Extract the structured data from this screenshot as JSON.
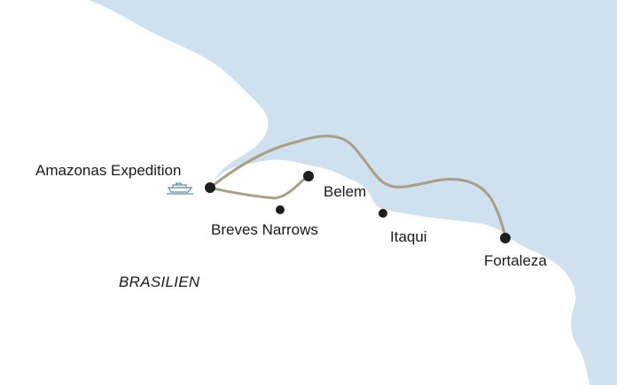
{
  "map": {
    "colors": {
      "ocean": "#cfe0ef",
      "land": "#ffffff",
      "route": "#a89f84",
      "stop": "#1e1e1e",
      "text": "#1a1a1a",
      "ship_icon": "#5a8fa8"
    },
    "country_label": "BRASILIEN",
    "ship_icon": "ship-icon",
    "stops": [
      {
        "id": "amazonas-expedition",
        "name": "Amazonas Expedition",
        "large_marker": true
      },
      {
        "id": "belem",
        "name": "Belem",
        "large_marker": true
      },
      {
        "id": "breves-narrows",
        "name": "Breves Narrows",
        "large_marker": false
      },
      {
        "id": "itaqui",
        "name": "Itaqui",
        "large_marker": false
      },
      {
        "id": "fortaleza",
        "name": "Fortaleza",
        "large_marker": true
      }
    ]
  }
}
